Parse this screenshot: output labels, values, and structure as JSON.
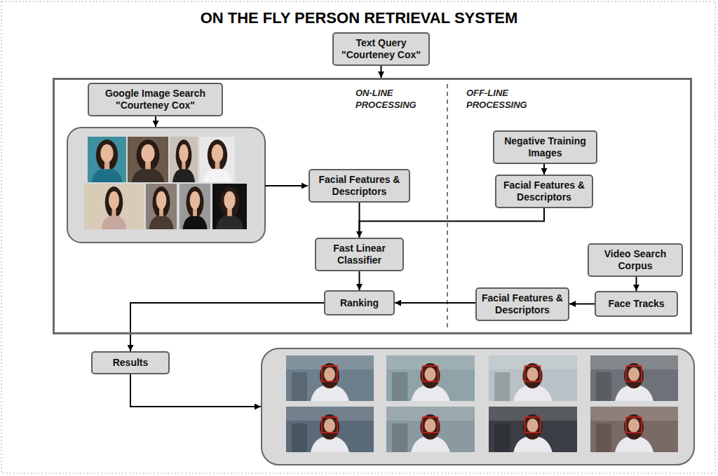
{
  "diagram": {
    "title": "ON THE FLY PERSON RETRIEVAL SYSTEM",
    "nodes": [
      {
        "text": [
          "Text Query \"Courteney Cox\""
        ]
      },
      {
        "text": [
          "ON-LINE PROCESSING",
          "OFF-LINE PROCESSING"
        ]
      },
      {
        "text": [
          "Google Image Search \"Courteney Cox\""
        ],
        "in": 1
      },
      {
        "text": [
          "Facial Features & Descriptors"
        ],
        "in": 1
      },
      {
        "text": [
          "Negative Training Images"
        ],
        "in": 1
      },
      {
        "text": [
          "Facial Features & Descriptors"
        ],
        "in": 1
      },
      {
        "text": [
          "Fast Linear Classifier"
        ],
        "in": 1
      },
      {
        "text": [
          "Video Search Corpus"
        ],
        "in": 1
      },
      {
        "text": [
          "Ranking"
        ],
        "in": 1
      },
      {
        "text": [
          "Facial Features & Descriptors"
        ],
        "in": 1
      },
      {
        "text": [
          "Face Tracks"
        ],
        "in": 1
      },
      {
        "text": [
          "Results"
        ]
      }
    ],
    "edges": [
      {
        "from": 0,
        "to": 1,
        "arrow": "to"
      },
      {
        "from": 4,
        "to": 5,
        "arrow": "to"
      },
      {
        "from": 3,
        "to": 6,
        "arrow": "to"
      },
      {
        "from": 5,
        "to": 6,
        "arrow": "to"
      },
      {
        "from": 6,
        "to": 8,
        "arrow": "to"
      },
      {
        "from": 7,
        "to": 10,
        "arrow": "to"
      },
      {
        "from": 10,
        "to": 9,
        "arrow": "to"
      },
      {
        "from": 9,
        "to": 8,
        "arrow": "to"
      },
      {
        "from": 8,
        "to": 11,
        "arrow": "to"
      }
    ]
  }
}
